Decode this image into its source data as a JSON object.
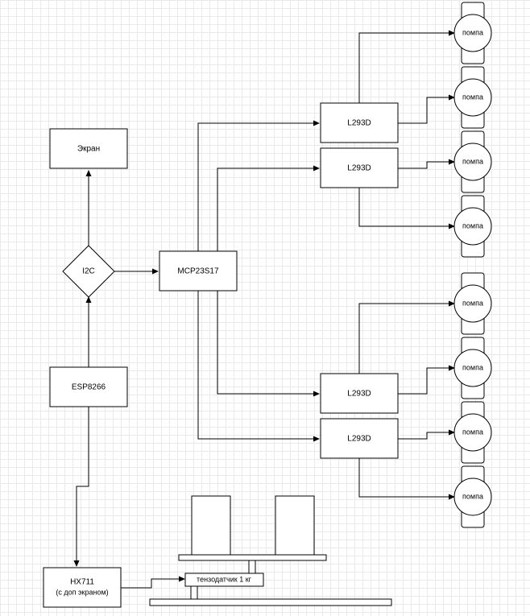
{
  "nodes": {
    "screen": "Экран",
    "i2c": "I2C",
    "esp": "ESP8266",
    "mcp": "MCP23S17",
    "driver1": "L293D",
    "driver2": "L293D",
    "driver3": "L293D",
    "driver4": "L293D",
    "hx711_line1": "HX711",
    "hx711_line2": "(с доп экраном)",
    "load_cell": "тензодатчик 1 кг"
  },
  "pumps": [
    "помпа",
    "помпа",
    "помпа",
    "помпа",
    "помпа",
    "помпа",
    "помпа",
    "помпа"
  ],
  "colors": {
    "stroke": "#000000",
    "background": "#ffffff",
    "grid": "#e9e9e9"
  }
}
